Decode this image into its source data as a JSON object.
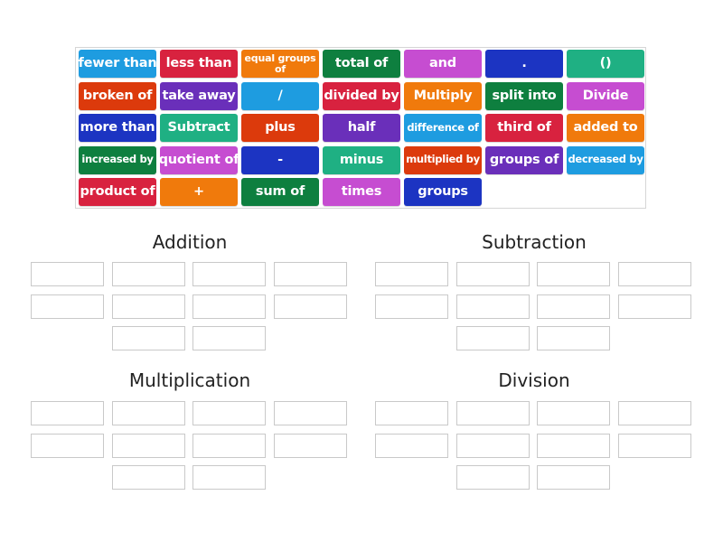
{
  "colors": {
    "lightblue": "#1e9ce0",
    "red": "#d8223f",
    "orange": "#f07a0c",
    "darkgreen": "#0e7f3f",
    "magenta": "#c64dd1",
    "darkblue": "#1c34c2",
    "teal": "#1fb083",
    "redorange": "#dc3a0c",
    "purple": "#6a2fba"
  },
  "tiles": [
    {
      "label": "fewer than",
      "color": "lightblue",
      "row": 0,
      "col": 0
    },
    {
      "label": "less than",
      "color": "red",
      "row": 0,
      "col": 1
    },
    {
      "label": "equal groups of",
      "color": "orange",
      "row": 0,
      "col": 2,
      "size": "tiny"
    },
    {
      "label": "total of",
      "color": "darkgreen",
      "row": 0,
      "col": 3
    },
    {
      "label": "and",
      "color": "magenta",
      "row": 0,
      "col": 4
    },
    {
      "label": ".",
      "color": "darkblue",
      "row": 0,
      "col": 5
    },
    {
      "label": "()",
      "color": "teal",
      "row": 0,
      "col": 6
    },
    {
      "label": "broken of",
      "color": "redorange",
      "row": 1,
      "col": 0
    },
    {
      "label": "take away",
      "color": "purple",
      "row": 1,
      "col": 1
    },
    {
      "label": "/",
      "color": "lightblue",
      "row": 1,
      "col": 2
    },
    {
      "label": "divided by",
      "color": "red",
      "row": 1,
      "col": 3
    },
    {
      "label": "Multiply",
      "color": "orange",
      "row": 1,
      "col": 4
    },
    {
      "label": "split into",
      "color": "darkgreen",
      "row": 1,
      "col": 5
    },
    {
      "label": "Divide",
      "color": "magenta",
      "row": 1,
      "col": 6
    },
    {
      "label": "more than",
      "color": "darkblue",
      "row": 2,
      "col": 0
    },
    {
      "label": "Subtract",
      "color": "teal",
      "row": 2,
      "col": 1
    },
    {
      "label": "plus",
      "color": "redorange",
      "row": 2,
      "col": 2
    },
    {
      "label": "half",
      "color": "purple",
      "row": 2,
      "col": 3
    },
    {
      "label": "difference of",
      "color": "lightblue",
      "row": 2,
      "col": 4,
      "size": "small"
    },
    {
      "label": "third of",
      "color": "red",
      "row": 2,
      "col": 5
    },
    {
      "label": "added to",
      "color": "orange",
      "row": 2,
      "col": 6
    },
    {
      "label": "increased by",
      "color": "darkgreen",
      "row": 3,
      "col": 0,
      "size": "small"
    },
    {
      "label": "quotient of",
      "color": "magenta",
      "row": 3,
      "col": 1
    },
    {
      "label": "-",
      "color": "darkblue",
      "row": 3,
      "col": 2
    },
    {
      "label": "minus",
      "color": "teal",
      "row": 3,
      "col": 3
    },
    {
      "label": "multiplied by",
      "color": "redorange",
      "row": 3,
      "col": 4,
      "size": "small"
    },
    {
      "label": "groups of",
      "color": "purple",
      "row": 3,
      "col": 5
    },
    {
      "label": "decreased by",
      "color": "lightblue",
      "row": 3,
      "col": 6,
      "size": "small"
    },
    {
      "label": "product of",
      "color": "red",
      "row": 4,
      "col": 0
    },
    {
      "label": "+",
      "color": "orange",
      "row": 4,
      "col": 1
    },
    {
      "label": "sum of",
      "color": "darkgreen",
      "row": 4,
      "col": 2
    },
    {
      "label": "times",
      "color": "magenta",
      "row": 4,
      "col": 3
    },
    {
      "label": "groups",
      "color": "darkblue",
      "row": 4,
      "col": 4
    }
  ],
  "groups": [
    {
      "title": "Addition",
      "slots": 10
    },
    {
      "title": "Subtraction",
      "slots": 10
    },
    {
      "title": "Multiplication",
      "slots": 10
    },
    {
      "title": "Division",
      "slots": 10
    }
  ]
}
